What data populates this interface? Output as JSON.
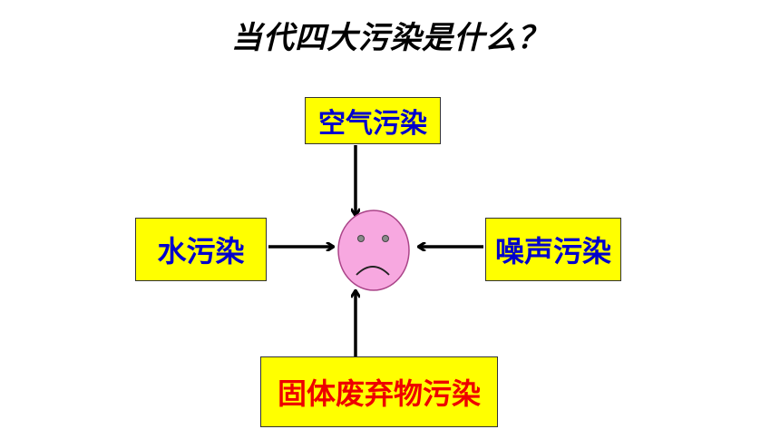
{
  "title": "当代四大污染是什么？",
  "center": {
    "label": "sad-face",
    "fill": "#f7a8e0",
    "stroke": "#aa4488"
  },
  "sources": {
    "top": {
      "text": "空气污染",
      "color": "#0000cc"
    },
    "left": {
      "text": "水污染",
      "color": "#0000cc"
    },
    "right": {
      "text": "噪声污染",
      "color": "#0000cc"
    },
    "bottom": {
      "text": "固体废弃物污染",
      "color": "#ee0000"
    }
  },
  "colors": {
    "box_fill": "#ffff00",
    "arrow": "#000000"
  }
}
